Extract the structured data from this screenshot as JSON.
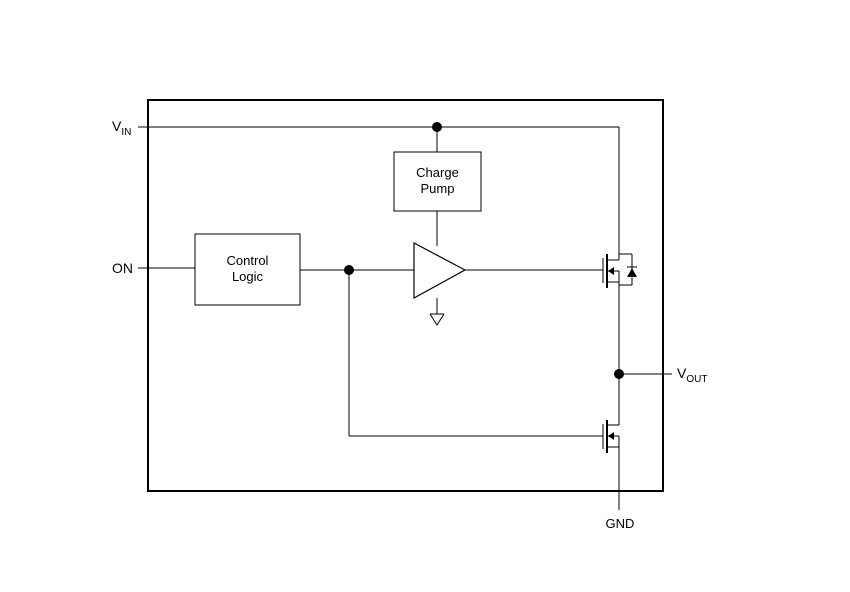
{
  "pins": {
    "vin": {
      "main": "V",
      "sub": "IN"
    },
    "on": "ON",
    "vout": {
      "main": "V",
      "sub": "OUT"
    },
    "gnd": "GND"
  },
  "blocks": {
    "charge_pump": {
      "line1": "Charge",
      "line2": "Pump"
    },
    "control_logic": {
      "line1": "Control",
      "line2": "Logic"
    }
  },
  "colors": {
    "stroke": "#000000",
    "background": "#ffffff"
  }
}
